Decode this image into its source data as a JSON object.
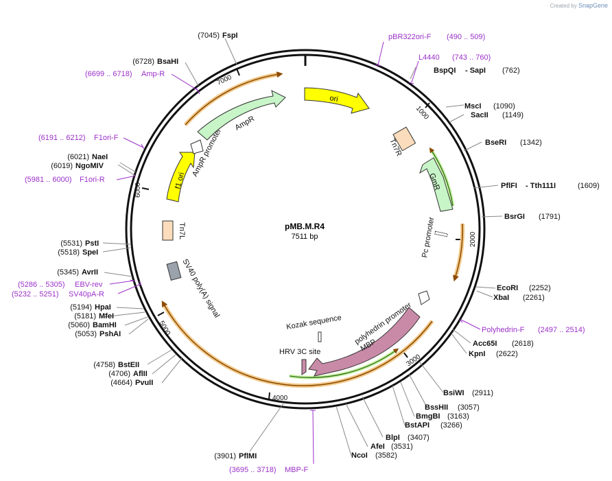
{
  "credit": {
    "prefix": "Created by",
    "brand": "SnapGene"
  },
  "plasmid": {
    "name": "pMB.M.R4",
    "size": "7511 bp"
  },
  "ticks": [
    "1000",
    "2000",
    "3000",
    "4000",
    "5000",
    "6000",
    "7000"
  ],
  "features": {
    "ori": "ori",
    "tn7r": "Tn7R",
    "gmr": "GmR",
    "pc_promoter": "Pc promoter",
    "polyhedrin_promoter": "polyhedrin promoter",
    "mbp": "MBP",
    "kozak": "Kozak sequence",
    "hrv": "HRV 3C site",
    "sv40": "SV40 poly(A) signal",
    "tn7l": "Tn7L",
    "f1ori": "f1 ori",
    "ampr_promoter": "AmpR promoter",
    "ampr": "AmpR"
  },
  "sites": [
    {
      "pos": "(7045)",
      "name": "FspI"
    },
    {
      "pos": "(6728)",
      "name": "BsaHI"
    },
    {
      "pos": "(6021)",
      "name": "NaeI"
    },
    {
      "pos": "(6019)",
      "name": "NgoMIV"
    },
    {
      "pos": "(5531)",
      "name": "PstI"
    },
    {
      "pos": "(5518)",
      "name": "SpeI"
    },
    {
      "pos": "(5345)",
      "name": "AvrII"
    },
    {
      "pos": "(5194)",
      "name": "HpaI"
    },
    {
      "pos": "(5181)",
      "name": "MfeI"
    },
    {
      "pos": "(5060)",
      "name": "BamHI"
    },
    {
      "pos": "(5053)",
      "name": "PshAI"
    },
    {
      "pos": "(4758)",
      "name": "BstEII"
    },
    {
      "pos": "(4706)",
      "name": "AflII"
    },
    {
      "pos": "(4664)",
      "name": "PvuII"
    },
    {
      "pos": "(3901)",
      "name": "PflMI"
    },
    {
      "name": "BspQI",
      "sep": "- SapI",
      "pos": "(762)"
    },
    {
      "name": "MscI",
      "pos": "(1090)"
    },
    {
      "name": "SacII",
      "pos": "(1149)"
    },
    {
      "name": "BseRI",
      "pos": "(1342)"
    },
    {
      "name": "PflFI",
      "sep": "- Tth111I",
      "pos": "(1609)"
    },
    {
      "name": "BsrGI",
      "pos": "(1791)"
    },
    {
      "name": "EcoRI",
      "pos": "(2252)"
    },
    {
      "name": "XbaI",
      "pos": "(2261)"
    },
    {
      "name": "Acc65I",
      "pos": "(2618)"
    },
    {
      "name": "KpnI",
      "pos": "(2622)"
    },
    {
      "name": "BsiWI",
      "pos": "(2911)"
    },
    {
      "name": "BssHII",
      "pos": "(3057)"
    },
    {
      "name": "BmgBI",
      "pos": "(3163)"
    },
    {
      "name": "BstAPI",
      "pos": "(3266)"
    },
    {
      "name": "BlpI",
      "pos": "(3407)"
    },
    {
      "name": "AfeI",
      "pos": "(3531)"
    },
    {
      "name": "NcoI",
      "pos": "(3582)"
    }
  ],
  "primers": [
    {
      "name": "pBR322ori-F",
      "range": "(490 .. 509)"
    },
    {
      "name": "L4440",
      "range": "(743 .. 760)"
    },
    {
      "range": "(6699 .. 6718)",
      "name": "Amp-R"
    },
    {
      "range": "(6191 .. 6212)",
      "name": "F1ori-F"
    },
    {
      "range": "(5981 .. 6000)",
      "name": "F1ori-R"
    },
    {
      "range": "(5286 .. 5305)",
      "name": "EBV-rev"
    },
    {
      "range": "(5232 .. 5251)",
      "name": "SV40pA-R"
    },
    {
      "name": "Polyhedrin-F",
      "range": "(2497 .. 2514)"
    },
    {
      "range": "(3695 .. 3718)",
      "name": "MBP-F"
    }
  ],
  "colors": {
    "primer": "#9b30c8",
    "ori": "#ffff00",
    "tn7": "#fbdcbc",
    "green": "#c8f5c8",
    "mbp": "#c98aa8",
    "sv40": "#9aa2ab",
    "orange": "#f2a94b"
  }
}
